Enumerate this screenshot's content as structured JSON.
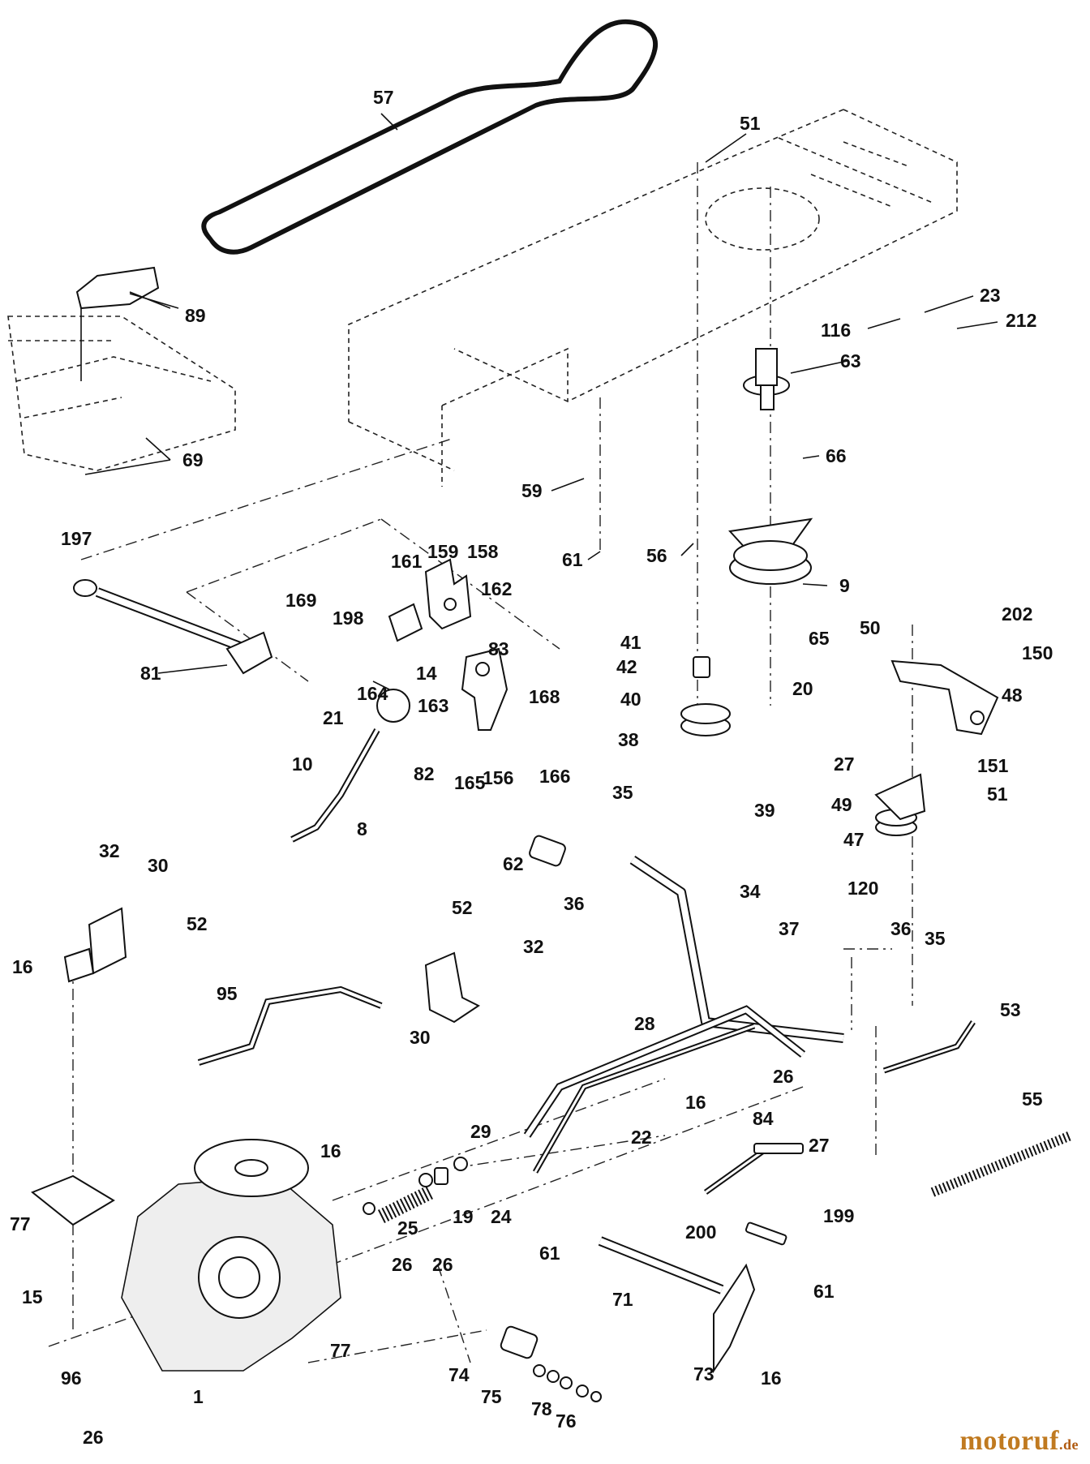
{
  "diagram": {
    "callouts": [
      "57",
      "51",
      "89",
      "23",
      "116",
      "212",
      "63",
      "69",
      "66",
      "59",
      "197",
      "61",
      "56",
      "161",
      "159",
      "158",
      "9",
      "169",
      "162",
      "198",
      "65",
      "50",
      "202",
      "41",
      "20",
      "150",
      "81",
      "164",
      "14",
      "83",
      "42",
      "48",
      "40",
      "163",
      "21",
      "168",
      "38",
      "27",
      "151",
      "10",
      "82",
      "165",
      "156",
      "166",
      "39",
      "51",
      "49",
      "8",
      "35",
      "47",
      "62",
      "120",
      "36",
      "34",
      "32",
      "30",
      "52",
      "52",
      "37",
      "16",
      "32",
      "36",
      "35",
      "95",
      "30",
      "53",
      "28",
      "26",
      "27",
      "55",
      "16",
      "84",
      "29",
      "22",
      "16",
      "199",
      "77",
      "25",
      "19",
      "24",
      "200",
      "26",
      "26",
      "61",
      "15",
      "71",
      "61",
      "77",
      "74",
      "73",
      "16",
      "75",
      "78",
      "96",
      "76",
      "1",
      "26"
    ]
  },
  "watermark": {
    "brand": "motoruf",
    "suffix": ".de"
  }
}
